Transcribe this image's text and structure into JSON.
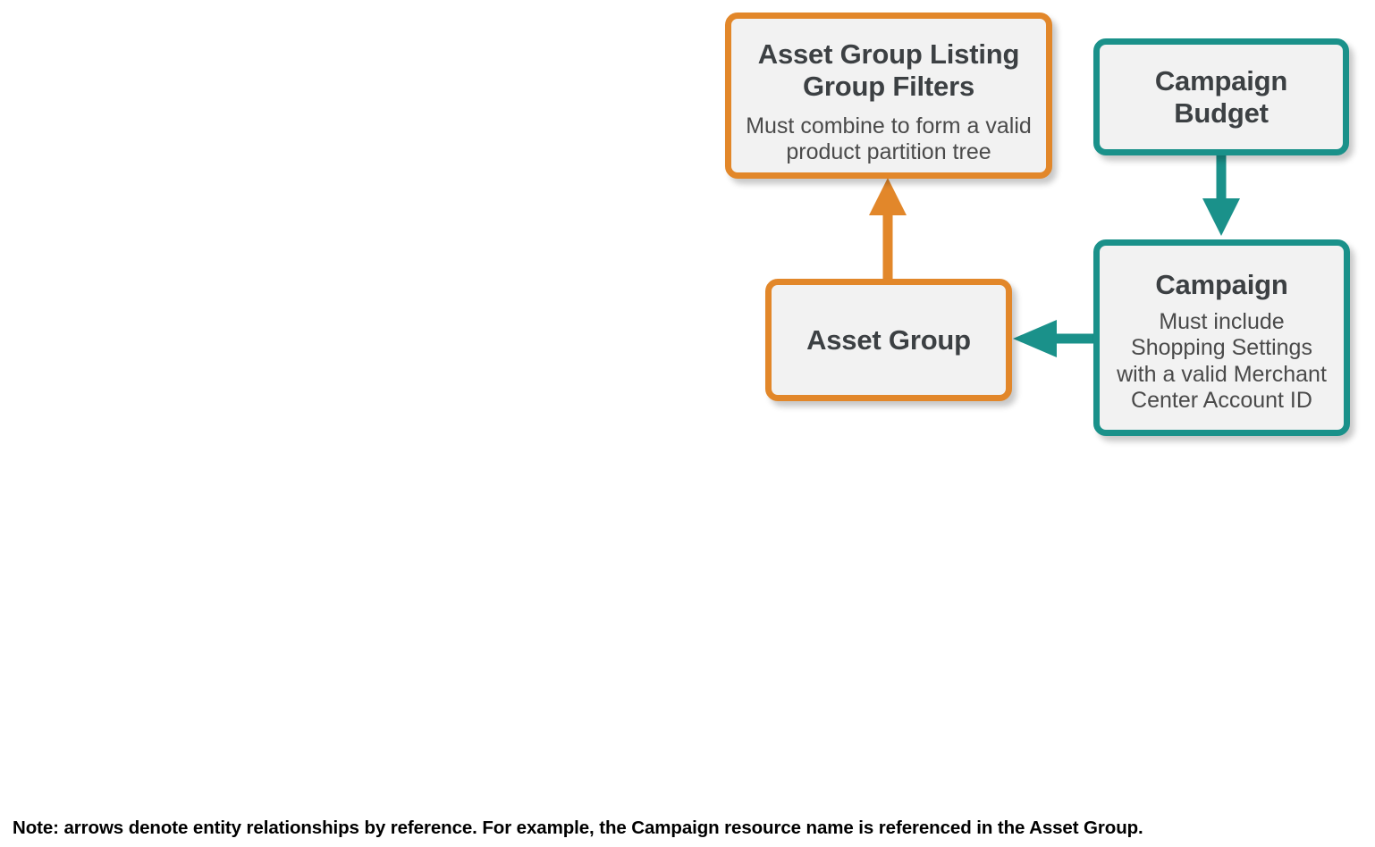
{
  "diagram": {
    "type": "entity-relationship",
    "colors": {
      "orange": "#e2872a",
      "teal": "#1a918a",
      "node_fill": "#f2f2f2",
      "title_text": "#3c4043",
      "subtitle_text": "#4a4a4a",
      "note_text": "#000000",
      "background": "#ffffff"
    },
    "nodes": [
      {
        "id": "asset-group-listing-group-filters",
        "title": "Asset Group Listing\nGroup Filters",
        "subtitle": "Must combine to form a valid\nproduct partition tree",
        "accent": "orange"
      },
      {
        "id": "campaign-budget",
        "title": "Campaign\nBudget",
        "subtitle": "",
        "accent": "teal"
      },
      {
        "id": "asset-group",
        "title": "Asset Group",
        "subtitle": "",
        "accent": "orange"
      },
      {
        "id": "campaign",
        "title": "Campaign",
        "subtitle": "Must include\nShopping Settings\nwith a valid Merchant\nCenter Account ID",
        "accent": "teal"
      }
    ],
    "edges": [
      {
        "id": "asset-group-to-listing-group-filters",
        "from": "asset-group",
        "to": "asset-group-listing-group-filters",
        "direction": "up",
        "color": "orange"
      },
      {
        "id": "campaign-budget-to-campaign",
        "from": "campaign-budget",
        "to": "campaign",
        "direction": "down",
        "color": "teal"
      },
      {
        "id": "campaign-to-asset-group",
        "from": "campaign",
        "to": "asset-group",
        "direction": "left",
        "color": "teal"
      }
    ],
    "note": "Note: arrows denote entity relationships by reference. For example, the Campaign resource name is referenced in the Asset Group."
  }
}
